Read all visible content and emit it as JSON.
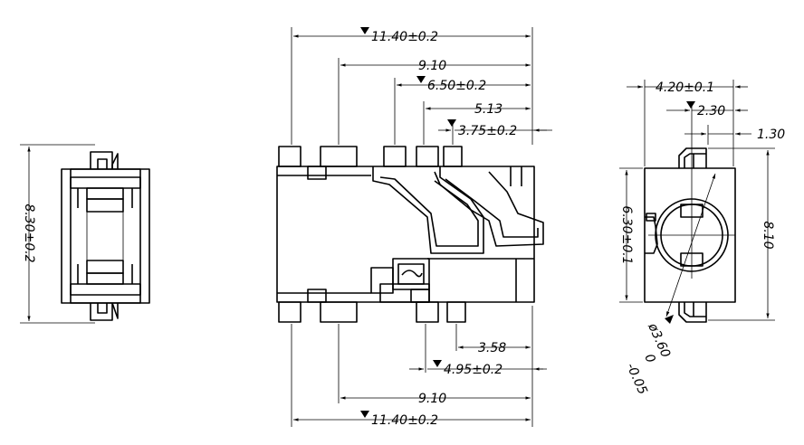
{
  "dimensions": {
    "top_11_40": "11.40±0.2",
    "top_9_10": "9.10",
    "top_6_50": "6.50±0.2",
    "top_5_13": "5.13",
    "top_3_75": "3.75±0.2",
    "bottom_3_58": "3.58",
    "bottom_4_95": "4.95±0.2",
    "bottom_9_10": "9.10",
    "bottom_11_40": "11.40±0.2",
    "left_8_30": "8.30±0.2",
    "right_4_20": "4.20±0.1",
    "right_2_30": "2.30",
    "right_1_30": "1.30",
    "right_6_30": "6.30±0.1",
    "right_8_10": "8.10",
    "right_dia": "ø3.60",
    "right_tol_upper": "0",
    "right_tol_lower": "-0.05"
  }
}
